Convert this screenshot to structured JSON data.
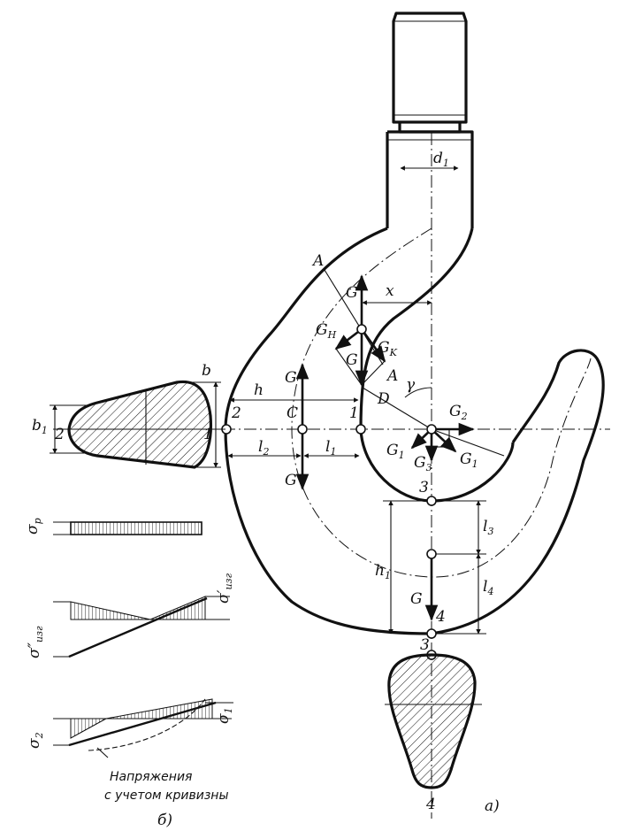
{
  "labels": {
    "d1": "d",
    "d1_sub": "1",
    "x": "x",
    "A_top": "A",
    "A_mid": "A",
    "G_top": "G",
    "G_H": "G",
    "G_H_sub": "H",
    "G_mid": "G",
    "G_K": "G",
    "G_K_sub": "K",
    "D": "D",
    "gamma": "γ",
    "G2": "G",
    "G2_sub": "2",
    "G1_left": "G",
    "G1_left_sub": "1",
    "G3": "G",
    "G3_sub": "3",
    "G1_right": "G",
    "G1_right_sub": "1",
    "G_Cup": "G",
    "G_Cdown": "G",
    "h": "h",
    "pt2": "2",
    "ptC": "C",
    "pt1": "1",
    "l2": "l",
    "l2_sub": "2",
    "l1": "l",
    "l1_sub": "1",
    "pt3_top": "3",
    "l3": "l",
    "l3_sub": "3",
    "h1": "h",
    "h1_sub": "1",
    "l4": "l",
    "l4_sub": "4",
    "G_bottom": "G",
    "pt4": "4",
    "pt3_bottom": "3",
    "pt4_bottom": "4",
    "b": "b",
    "b1": "b",
    "b1_sub": "1",
    "sec_2": "2",
    "sec_1": "1",
    "sigma_p": "σ",
    "sigma_p_sub": "p",
    "sigma_izg2": "σ″",
    "sigma_izg2_sub": "изг",
    "sigma_izg1": "σ′",
    "sigma_izg1_sub": "изг",
    "sigma_2": "σ",
    "sigma_2_sub": "2",
    "sigma_1": "σ",
    "sigma_1_sub": "1",
    "caption_line1": "Напряжения",
    "caption_line2": "с учетом кривизны",
    "fig_b": "б)",
    "fig_a": "а)"
  }
}
